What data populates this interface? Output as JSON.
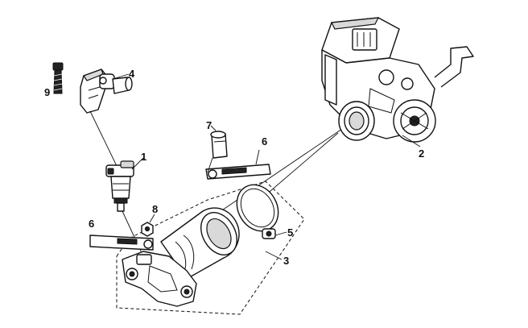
{
  "callouts": {
    "p1": "1",
    "p2": "2",
    "p3": "3",
    "p4": "4",
    "p5": "5",
    "p6a": "6",
    "p6b": "6",
    "p7": "7",
    "p8": "8",
    "p9": "9"
  }
}
